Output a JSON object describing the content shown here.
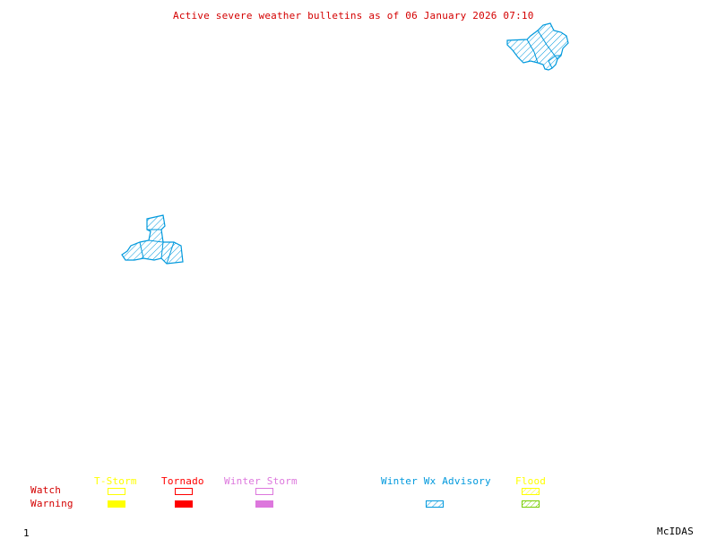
{
  "title": "Active severe weather bulletins as of 06 January 2026 07:10",
  "colors": {
    "title": "#d40000",
    "tstorm": "#ffff00",
    "tornado": "#ff0000",
    "winter_storm": "#dd77dd",
    "winter_wx_advisory": "#0099dd",
    "flood_watch": "#ffff00",
    "flood_warning": "#77cc00",
    "row_label": "#d40000",
    "footer": "#000000"
  },
  "legend": {
    "rows": [
      "Watch",
      "Warning"
    ],
    "categories": [
      {
        "label": "T-Storm",
        "watch": "outline",
        "warning": "filled"
      },
      {
        "label": "Tornado",
        "watch": "outline",
        "warning": "filled"
      },
      {
        "label": "Winter Storm",
        "watch": "outline",
        "warning": "filled"
      },
      {
        "label": "Winter Wx Advisory",
        "watch": null,
        "warning": "hatched"
      },
      {
        "label": "Flood",
        "watch": "hatched",
        "warning": "hatched"
      }
    ]
  },
  "map_areas": [
    {
      "type": "Winter Wx Advisory",
      "region": "northeast"
    },
    {
      "type": "Winter Wx Advisory",
      "region": "west"
    }
  ],
  "footer": {
    "frame_number": "1",
    "brand": "McIDAS"
  }
}
